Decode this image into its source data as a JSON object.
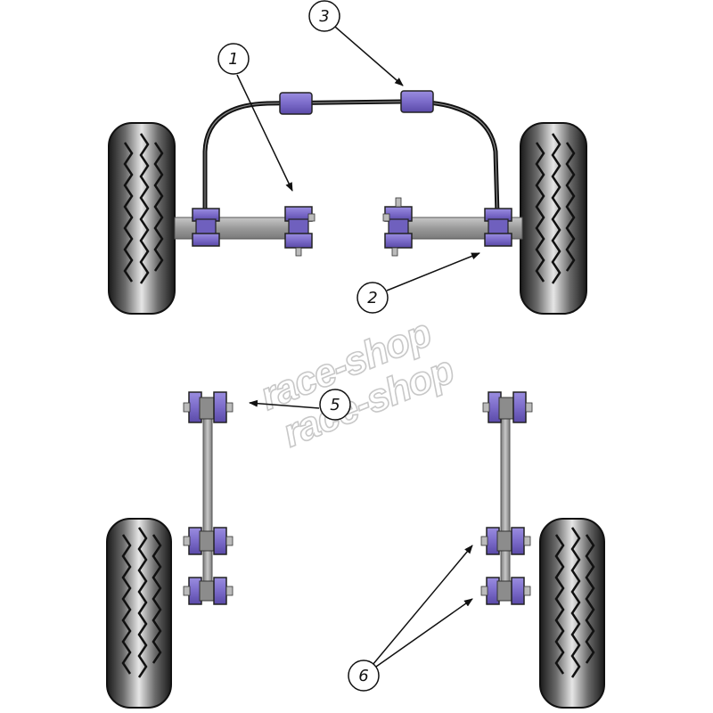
{
  "watermark": {
    "text_1": "race-shop",
    "text_2": "race-shop"
  },
  "callouts": [
    {
      "id": "1",
      "label": "1"
    },
    {
      "id": "2",
      "label": "2"
    },
    {
      "id": "3",
      "label": "3"
    },
    {
      "id": "5",
      "label": "5"
    },
    {
      "id": "6",
      "label": "6"
    }
  ],
  "colors": {
    "bush_purple": "#7b6bc9",
    "bush_purple_dark": "#5a4aa8",
    "bar_grey": "#a9a9a9",
    "tyre_dark": "#2a2a2a",
    "tyre_light": "#d9d9d9"
  }
}
